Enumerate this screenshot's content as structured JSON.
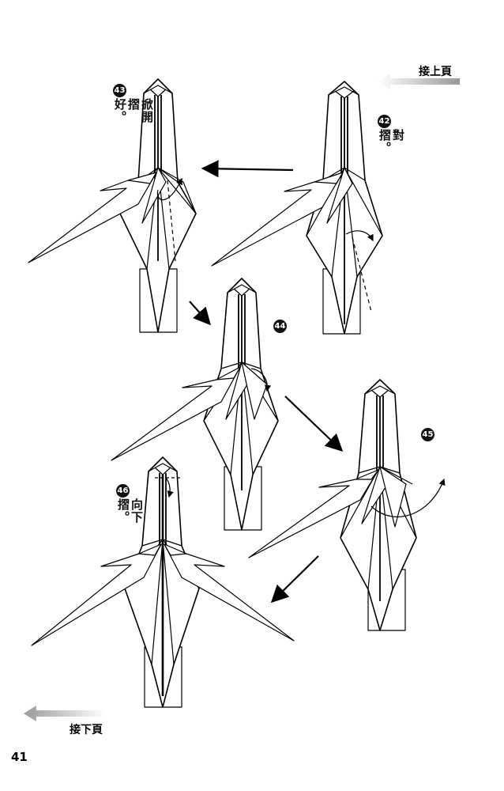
{
  "nav": {
    "prev_page": "接上頁",
    "next_page": "接下頁"
  },
  "page_number": "41",
  "steps": [
    {
      "num": "43",
      "text": "掀開摺好。"
    },
    {
      "num": "42",
      "text": "對摺。"
    },
    {
      "num": "44",
      "text": ""
    },
    {
      "num": "45",
      "text": ""
    },
    {
      "num": "46",
      "text": "向下摺。"
    }
  ]
}
